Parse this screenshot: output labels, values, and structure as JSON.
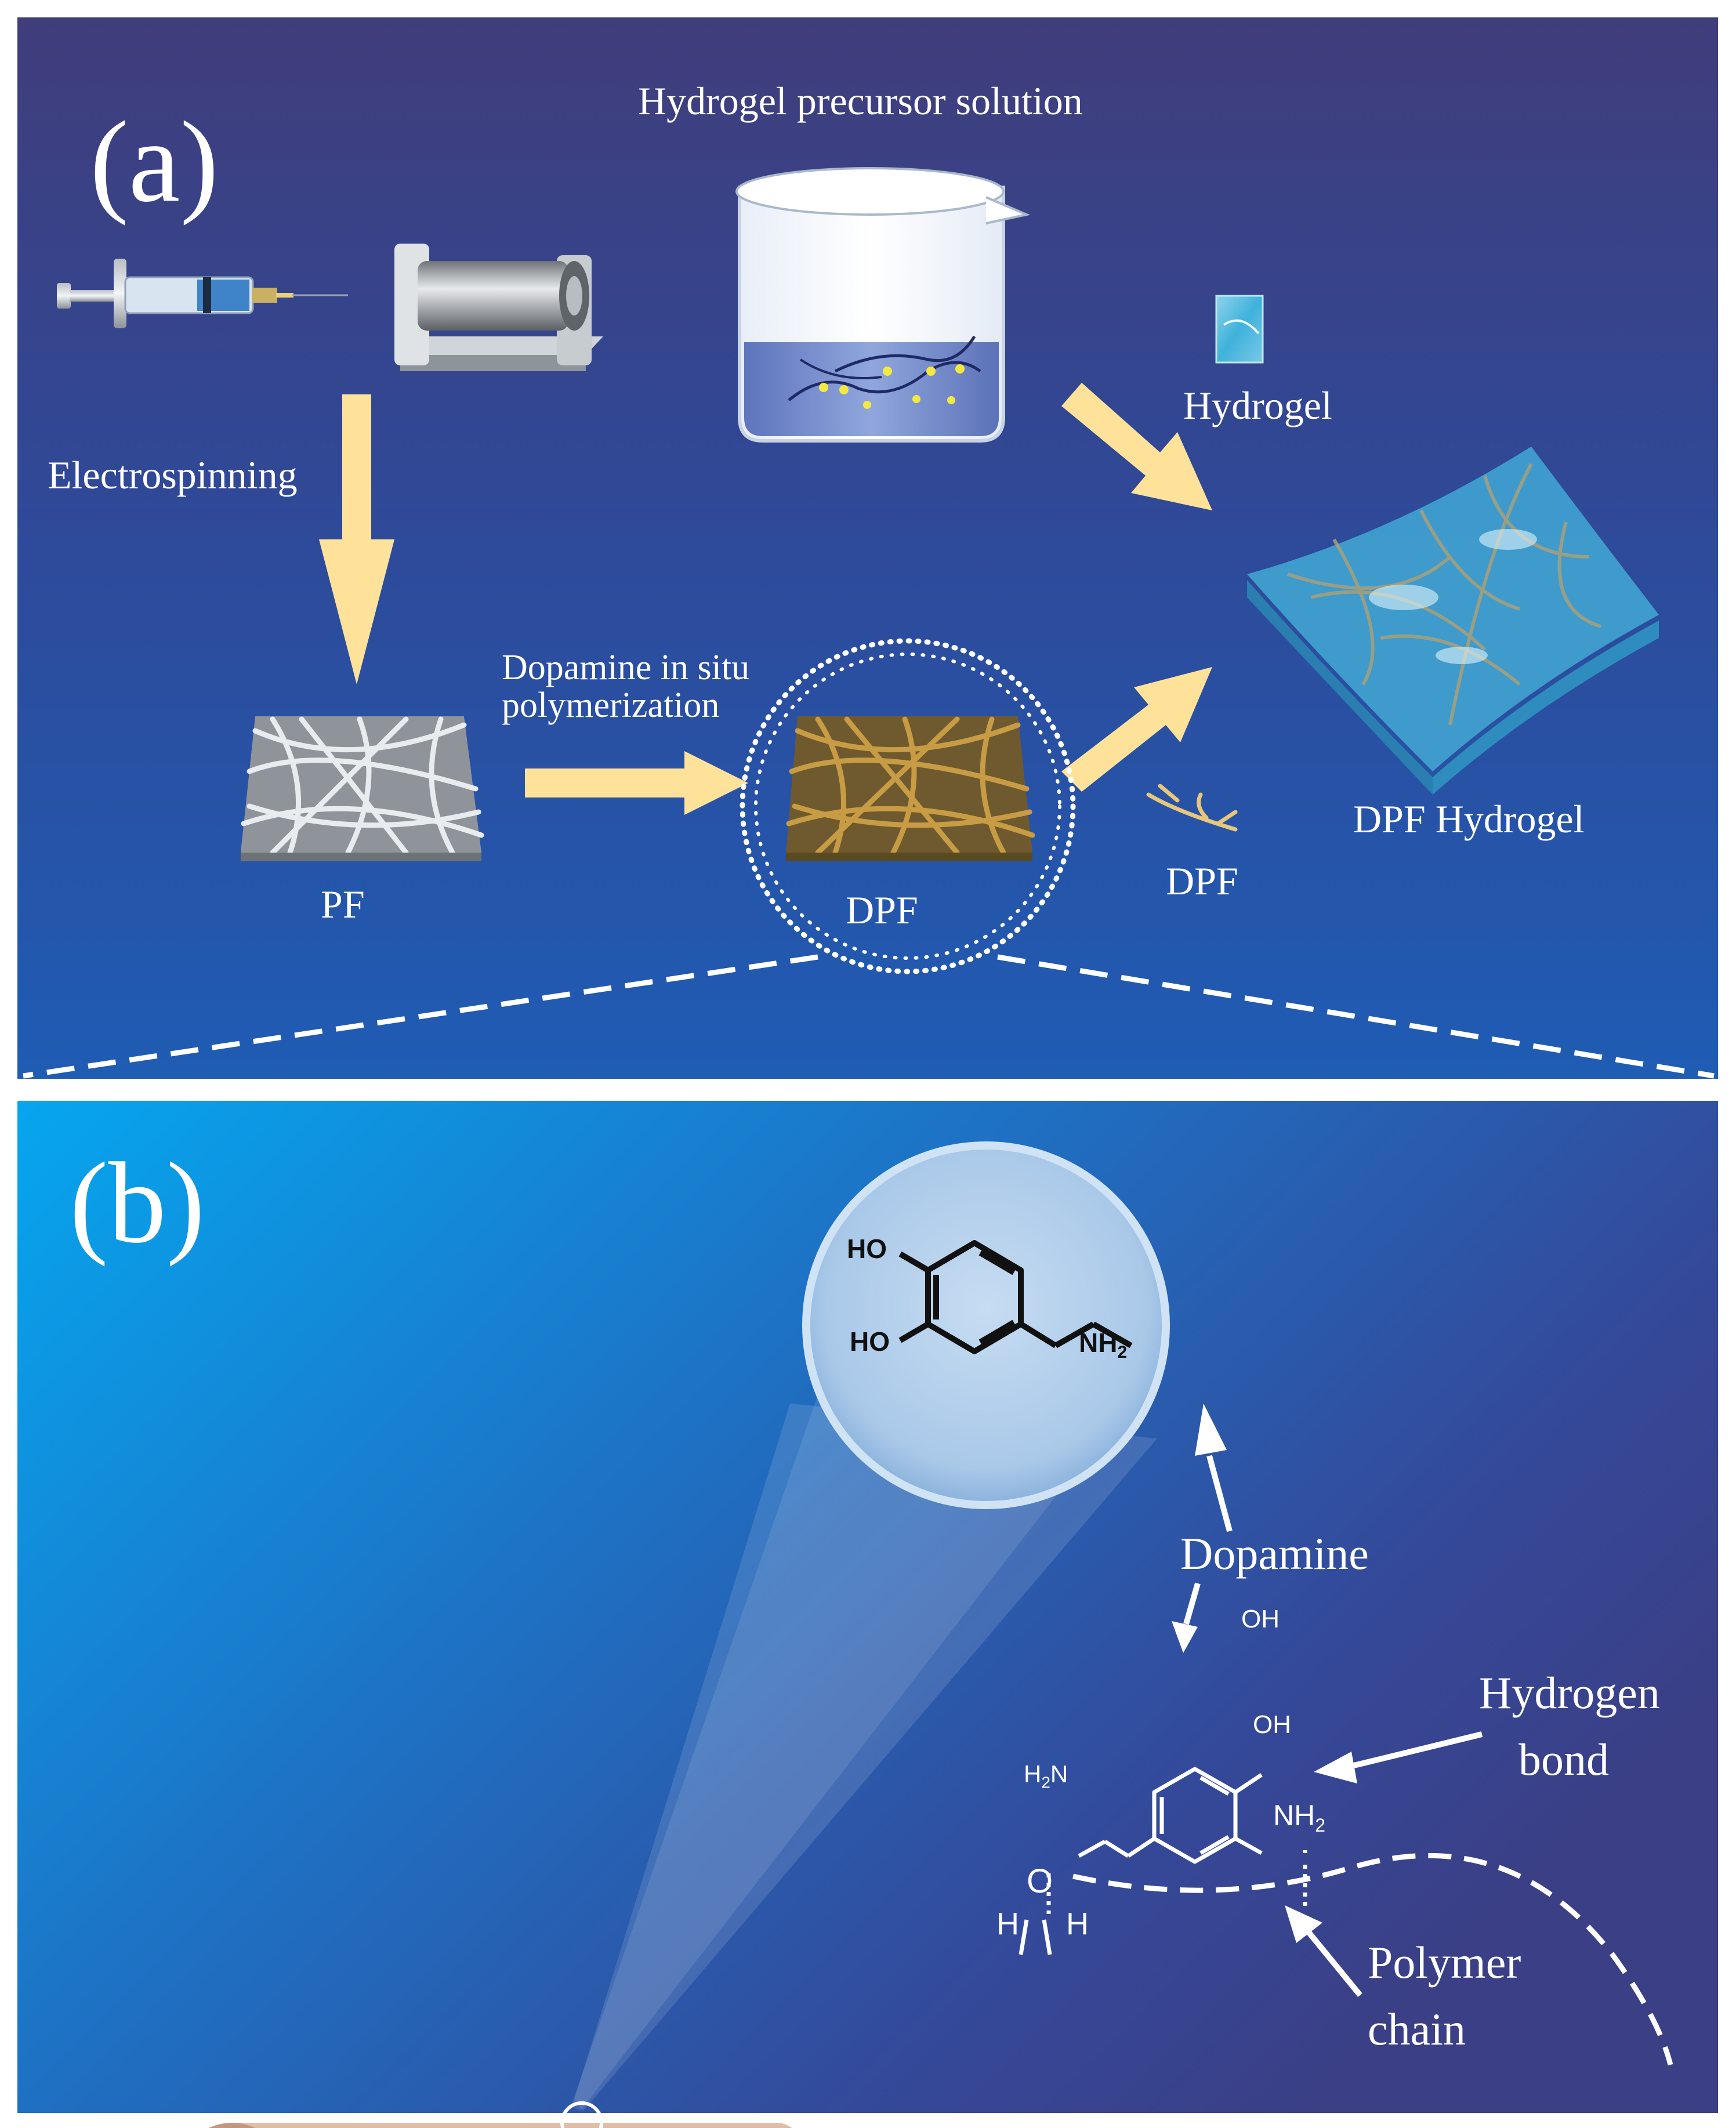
{
  "panel_a": {
    "letter": "(a)",
    "precursor_label": "Hydrogel precursor solution",
    "electrospinning_label": "Electrospinning",
    "hydrogel_label": "Hydrogel",
    "dopamine_line1": "Dopamine in situ",
    "dopamine_line2": "polymerization",
    "pf_label": "PF",
    "dpf_label": "DPF",
    "dpf_fiber_label": "DPF",
    "dpf_hydrogel_label": "DPF Hydrogel"
  },
  "panel_b": {
    "letter": "(b)",
    "ho_top": "HO",
    "ho_bottom": "HO",
    "nh2_zoom": "NH",
    "nh2_zoom_sub": "2",
    "dopamine_label": "Dopamine",
    "oh_top": "OH",
    "oh_right": "OH",
    "h2n": "H",
    "h2n_sub": "2",
    "h2n_n": "N",
    "nh2_bond": "NH",
    "nh2_bond_sub": "2",
    "water_o": "O",
    "water_h1": "H",
    "water_h2": "H",
    "hbond_line1": "Hydrogen",
    "hbond_line2": "bond",
    "polymer_line1": "Polymer",
    "polymer_line2": "chain"
  },
  "colors": {
    "panel_a_top": "#3c3b78",
    "panel_a_bottom": "#2058b0",
    "panel_b_left": "#0aa6ef",
    "panel_b_right": "#3a3f86",
    "arrow": "#ffe29a",
    "fiber_grey": "#c9ccd0",
    "fiber_gold": "#b58c3a",
    "tube": "#c08f78"
  }
}
